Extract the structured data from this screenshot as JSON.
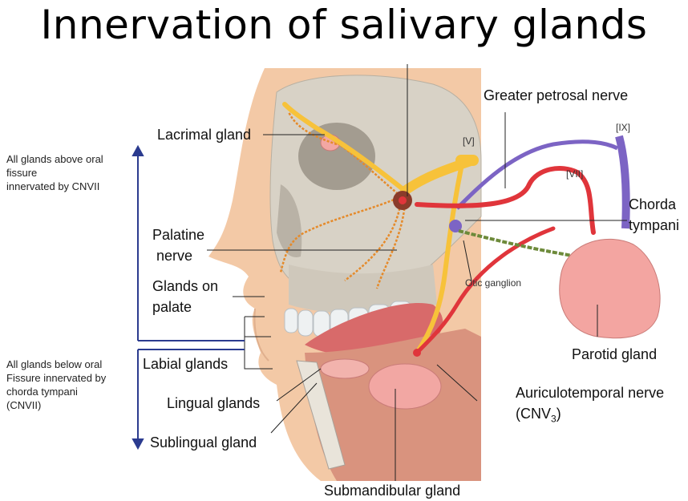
{
  "title": "Innervation of salivary glands",
  "side_notes": {
    "above_line1": "All glands above oral",
    "above_line2": "fissure",
    "above_line3": "innervated by CNVII",
    "below_line1": "All glands below oral",
    "below_line2": "Fissure innervated by",
    "below_line3": "chorda tympani",
    "below_line4": "(CNVII)"
  },
  "labels": {
    "greater_petrosal": "Greater petrosal nerve",
    "lacrimal": "Lacrimal gland",
    "chorda_1": "Chorda",
    "chorda_2": "tympani",
    "palatine_1": "Palatine",
    "palatine_2": "nerve",
    "glands_palate_1": "Glands on",
    "glands_palate_2": "palate",
    "labial": "Labial glands",
    "lingual": "Lingual glands",
    "sublingual": "Sublingual gland",
    "submandibular": "Submandibular gland",
    "parotid": "Parotid gland",
    "auriculotemporal_1": "Auriculotemporal nerve",
    "auriculotemporal_2": "(CNV",
    "auriculotemporal_sub": "3",
    "auriculotemporal_3": ")"
  },
  "figure_labels": {
    "cn_v": "[V]",
    "cn_vii": "[VII]",
    "cn_ix": "[IX]",
    "otic": "Otic ganglion"
  },
  "colors": {
    "skin": "#f3c9a6",
    "bone": "#d8d2c6",
    "nerve_yellow": "#f7c23a",
    "nerve_purple": "#7c64c4",
    "nerve_red": "#e0353b",
    "nerve_green": "#6d8a3a",
    "gland": "#f2a7a3",
    "arrow_blue": "#2b3b8f"
  }
}
